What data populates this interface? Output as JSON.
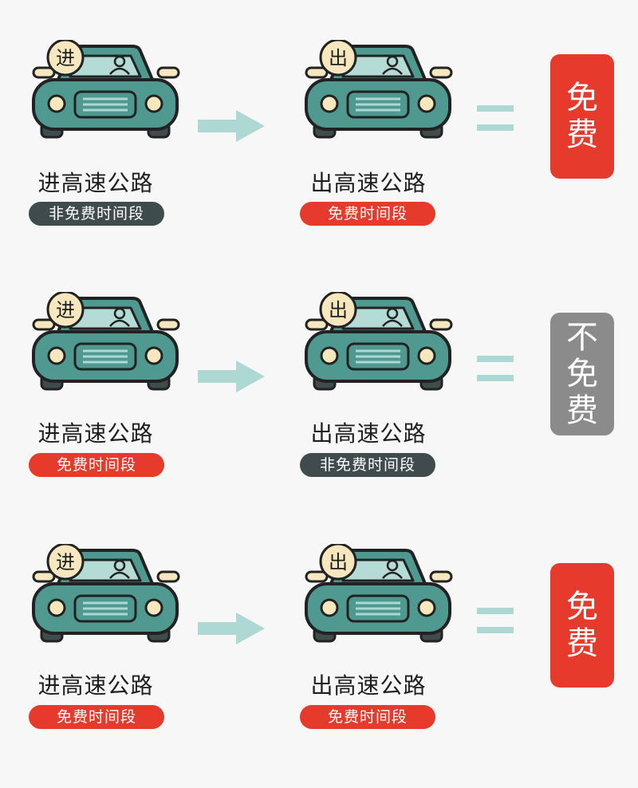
{
  "colors": {
    "car_body": "#4f9991",
    "outline": "#222222",
    "free": "#e53a2c",
    "nonfree": "#3f4b4c",
    "result_not_free": "#8b8b8b",
    "arrow": "#aed8d4",
    "badge": "#f7e7be"
  },
  "rows": [
    {
      "entry": {
        "badge": "进",
        "label": "进高速公路",
        "period": "非免费时间段",
        "period_type": "nonfree"
      },
      "exit": {
        "badge": "出",
        "label": "出高速公路",
        "period": "免费时间段",
        "period_type": "free"
      },
      "result": {
        "chars": [
          "免",
          "费"
        ],
        "type": "free"
      }
    },
    {
      "entry": {
        "badge": "进",
        "label": "进高速公路",
        "period": "免费时间段",
        "period_type": "free"
      },
      "exit": {
        "badge": "出",
        "label": "出高速公路",
        "period": "非免费时间段",
        "period_type": "nonfree"
      },
      "result": {
        "chars": [
          "不",
          "免",
          "费"
        ],
        "type": "not_free"
      }
    },
    {
      "entry": {
        "badge": "进",
        "label": "进高速公路",
        "period": "免费时间段",
        "period_type": "free"
      },
      "exit": {
        "badge": "出",
        "label": "出高速公路",
        "period": "免费时间段",
        "period_type": "free"
      },
      "result": {
        "chars": [
          "免",
          "费"
        ],
        "type": "free"
      }
    }
  ]
}
